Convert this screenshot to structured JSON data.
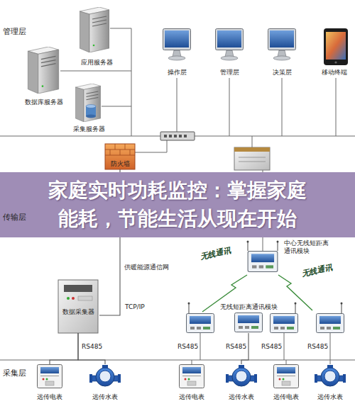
{
  "diagram": {
    "title": "家庭实时功耗监控：掌握家庭能耗，节能生活从现在开始",
    "nodes": [
      {
        "text": [
          "应用服务器"
        ]
      },
      {
        "text": [
          "数据库服务器"
        ]
      },
      {
        "text": [
          "采集服务器"
        ]
      },
      {
        "text": [
          "操作层"
        ]
      },
      {
        "text": [
          "管理层"
        ]
      },
      {
        "text": [
          "决策层"
        ]
      },
      {
        "text": [
          "移动终端"
        ]
      },
      {
        "text": [
          "防火墙"
        ]
      },
      {
        "text": [
          "中心无线短距离通讯模块"
        ]
      },
      {
        "text": [
          "数据采集器"
        ]
      },
      {
        "text": [
          "无线短距离通讯模块"
        ]
      },
      {
        "text": [
          "远传电表"
        ]
      },
      {
        "text": [
          "远传水表"
        ]
      },
      {
        "text": [
          "远传电表"
        ]
      },
      {
        "text": [
          "远传水表"
        ]
      },
      {
        "text": [
          "远传电表"
        ]
      },
      {
        "text": [
          "远传水表"
        ]
      }
    ],
    "edges": [
      {
        "from": 7,
        "to": 9,
        "arrow": "none",
        "label": "TCP/IP"
      },
      {
        "from": 9,
        "to": 11,
        "arrow": "none"
      },
      {
        "from": 9,
        "to": 12,
        "arrow": "none"
      },
      {
        "from": 10,
        "to": 14,
        "arrow": "none"
      }
    ],
    "labels": [
      "管理层",
      "传输层",
      "采集层",
      "供暖能源通信网",
      "无线通讯",
      "无线通讯",
      "RS485",
      "RS485",
      "RS485",
      "RS485",
      "RS485"
    ]
  }
}
